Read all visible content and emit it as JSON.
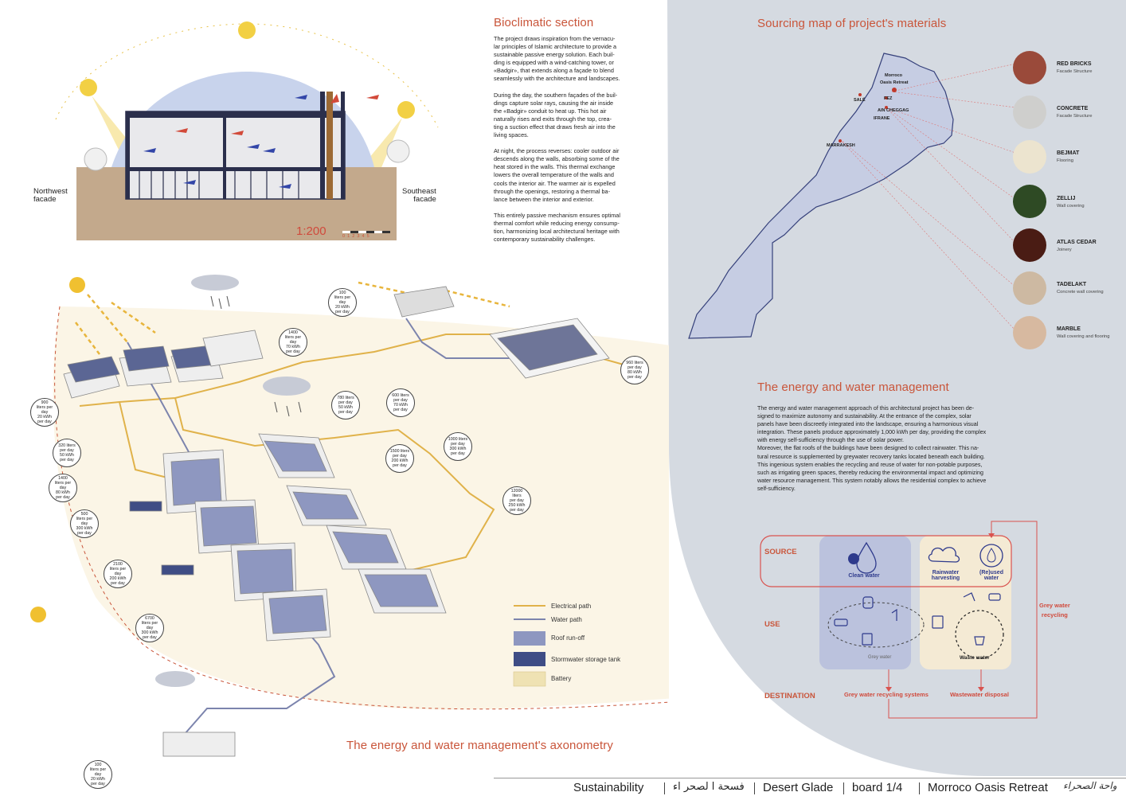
{
  "section": {
    "title": "Bioclimatic section",
    "paragraphs": [
      "The project draws inspiration from the vernacu-\nlar principles of Islamic architecture to provide a\nsustainable passive energy solution. Each buil-\nding is equipped with a wind-catching tower, or\n«Badgir», that extends along a façade to blend\nseamlessly with the architecture and landscapes.",
      "During the day, the southern façades of the buil-\ndings capture solar rays, causing the air inside\nthe «Badgir» conduit to heat up. This hot air\nnaturally rises and exits through the top, crea-\nting a suction effect that draws fresh air into the\nliving spaces.",
      "At night, the process reverses: cooler outdoor air\ndescends along the walls, absorbing some of the\nheat stored in the walls. This thermal exchange\nlowers the overall temperature of the walls and\ncools the interior air.  The warmer air is expelled\nthrough the openings, restoring a thermal ba-\nlance between the interior and exterior.",
      "This entirely passive mechanism ensures optimal\nthermal comfort while reducing energy consump-\ntion, harmonizing local architectural heritage with\ncontemporary sustainability challenges."
    ],
    "northwest": "Northwest\nfacade",
    "southeast": "Southeast\nfacade",
    "scale": "1:200",
    "scale_ticks": "0  1  2  3  4  5"
  },
  "map": {
    "title": "Sourcing map of project's materials",
    "cities": [
      "Morroco",
      "Oasis Retreat",
      "SALÉ",
      "FEZ",
      "AIN CHEGGAG",
      "IFRANE",
      "MARRAKESH"
    ],
    "materials": [
      {
        "name": "RED BRICKS",
        "use": "Facade Structure",
        "color": "#9a4a3a"
      },
      {
        "name": "CONCRETE",
        "use": "Facade Structure",
        "color": "#cfcfcd"
      },
      {
        "name": "BEJMAT",
        "use": "Flooring",
        "color": "#ece4cf"
      },
      {
        "name": "ZELLIJ",
        "use": "Wall covering",
        "color": "#2e4a24"
      },
      {
        "name": "ATLAS CEDAR",
        "use": "Joinery",
        "color": "#4a1c14"
      },
      {
        "name": "TADELAKT",
        "use": "Concrete wall covering",
        "color": "#cdb9a2"
      },
      {
        "name": "MARBLE",
        "use": "Wall covering and flooring",
        "color": "#d7b9a0"
      }
    ]
  },
  "energy": {
    "title": "The energy and water management",
    "text": "The energy and water management approach of this architectural project has been de-\nsigned to maximize autonomy and sustainability. At the entrance of the complex, solar\npanels have been discreetly integrated into the landscape, ensuring a harmonious visual\nintegration. These panels produce approximately 1,000 kWh per day, providing the complex\nwith energy self-sufficiency through the use of solar power.\nMoreover, the flat roofs of the buildings have been designed to collect rainwater. This na-\ntural resource is supplemented by greywater recovery tanks located beneath each building.\nThis ingenious system enables the recycling and reuse of water for non-potable purposes,\nsuch as irrigating green spaces, thereby reducing the environmental impact and optimizing\nwater resource management. This system notably allows the residential complex to achieve\nself-sufficiency."
  },
  "flow": {
    "source": "SOURCE",
    "use": "USE",
    "destination": "DESTINATION",
    "clean_water": "Clean water",
    "rainwater": "Rainwater\nharvesting",
    "reused": "(Re)used\nwater",
    "grey_water": "Grey water",
    "waste_water": "Waste water",
    "grey_recycling_systems": "Grey water recycling systems",
    "wastewater_disposal": "Wastewater disposal",
    "grey_recycling": "Grey water\nrecycling"
  },
  "axo": {
    "title": "The energy and water management's axonometry",
    "legend": [
      {
        "label": "Electrical path",
        "kind": "line",
        "color": "#e0b24a"
      },
      {
        "label": "Water path",
        "kind": "line",
        "color": "#7c84ad"
      },
      {
        "label": "Roof run-off",
        "kind": "box",
        "color": "#8e97c0"
      },
      {
        "label": "Stormwater storage tank",
        "kind": "box",
        "color": "#3f4d85"
      },
      {
        "label": "Battery",
        "kind": "hatch",
        "color": "#efe2b3"
      }
    ],
    "bubbles": [
      "100\nliters per\nday\n20 kWh\nper day",
      "1400\nliters per\nday\n70 kWh\nper day",
      "960 liters\nper day\n80 kWh\nper day",
      "900\nliters per\nday\n20 kWh\nper day",
      "780 liters\nper day\n50 kWh\nper day",
      "600 liters\nper day\n70 kWh\nper day",
      "320 liters\nper day\n50 kWh\nper day",
      "1000 liters\nper day\n300 kWh\nper day",
      "1500 liters\nper day\n200 kWh\nper day",
      "1400\nliters per\nday\n80 kWh\nper day",
      "12000\nliters\nper day\n250 kWh\nper day",
      "500\nliters per\nday\n300 kWh\nper day",
      "2100\nliters per\nday\n200 kWh\nper day",
      "6700\nliters per\nday\n300 kWh\nper day",
      "100\nliters per\nday\n20 kWh\nper day"
    ]
  },
  "footer": {
    "items": [
      "Sustainability",
      "فسحة ا لصحر اء",
      "Desert Glade",
      "board 1/4",
      "Morroco Oasis Retreat"
    ],
    "signature": "واحة الصحراء"
  }
}
